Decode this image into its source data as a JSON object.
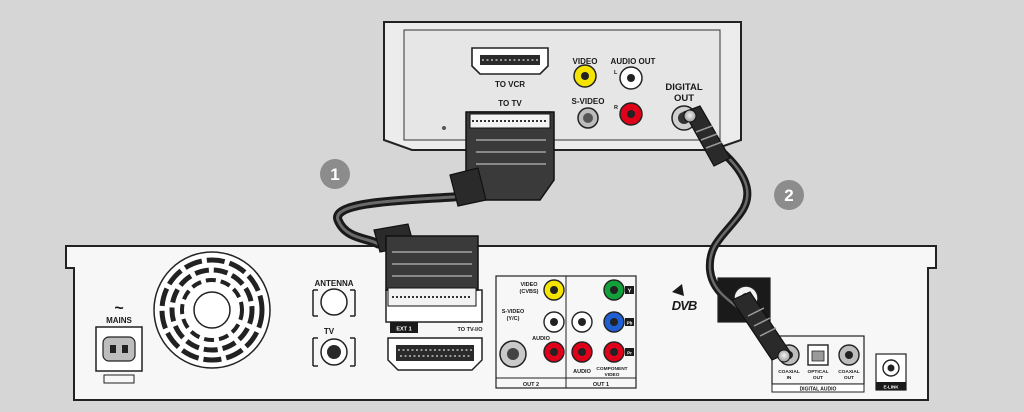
{
  "diagram": {
    "steps": [
      "1",
      "2"
    ],
    "source_device": {
      "scart_top_label": "TO VCR",
      "scart_bottom_label": "TO TV",
      "video_label": "VIDEO",
      "audio_out_label": "AUDIO OUT",
      "audio_l": "L",
      "audio_r": "R",
      "svideo_label": "S-VIDEO",
      "digital_out_line1": "DIGITAL",
      "digital_out_line2": "OUT"
    },
    "recorder": {
      "mains_symbol": "~",
      "mains_label": "MAINS",
      "antenna_label": "ANTENNA",
      "tv_label": "TV",
      "ext1_label": "EXT 1",
      "to_tv_io_label": "TO TV-I/O",
      "svideo_line1": "S-VIDEO",
      "svideo_line2": "(Y/C)",
      "video_cvbs_line1": "VIDEO",
      "video_cvbs_line2": "(CVBS)",
      "audio_label": "AUDIO",
      "component_line1": "COMPONENT",
      "component_line2": "VIDEO",
      "out2_label": "OUT 2",
      "out1_label": "OUT 1",
      "comp_y": "Y",
      "comp_pb": "Pb",
      "comp_pr": "Pr",
      "dvb_label": "DVB",
      "coaxial_in_line1": "COAXIAL",
      "coaxial_in_line2": "IN",
      "optical_out_line1": "OPTICAL",
      "optical_out_line2": "OUT",
      "coaxial_out_line1": "COAXIAL",
      "coaxial_out_line2": "OUT",
      "digital_audio_label": "DIGITAL  AUDIO",
      "elink_label": "E-LINK"
    }
  }
}
